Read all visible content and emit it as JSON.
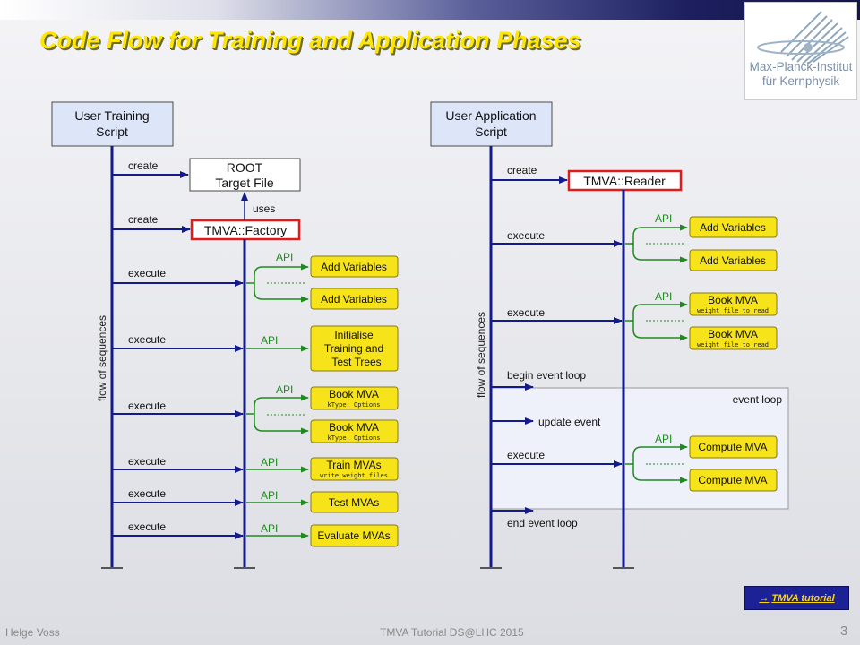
{
  "slide": {
    "title": "Code Flow for Training and Application Phases",
    "footer_left": "Helge Voss",
    "footer_center": "TMVA Tutorial   DS@LHC 2015",
    "page_number": "3"
  },
  "logo": {
    "line1": "Max-Planck-Institut",
    "line2": "für Kernphysik"
  },
  "link": {
    "arrow": "→",
    "label": "TMVA tutorial"
  },
  "colors": {
    "flow": "#131a8c",
    "api": "#1f8a1f",
    "highlight": "#e01b1b",
    "box_fill": "#f7e31a",
    "box_stroke": "#8a7a10",
    "script_fill": "#dce6f8"
  },
  "training": {
    "script_title_1": "User Training",
    "script_title_2": "Script",
    "target_1": "ROOT",
    "target_2": "Target File",
    "factory": "TMVA::Factory",
    "flow_label": "flow of sequences",
    "uses": "uses",
    "create_1": "create",
    "create_2": "create",
    "exec_1": "execute",
    "exec_2": "execute",
    "exec_3": "execute",
    "exec_4": "execute",
    "exec_5": "execute",
    "exec_6": "execute",
    "api_1": "API",
    "api_2": "API",
    "api_3": "API",
    "api_4": "API",
    "api_5": "API",
    "api_6": "API",
    "addvar_1": "Add Variables",
    "addvar_2": "Add Variables",
    "init_1": "Initialise",
    "init_2": "Training and",
    "init_3": "Test Trees",
    "book_1": "Book MVA",
    "book_1_sub": "kType, Options",
    "book_2": "Book MVA",
    "book_2_sub": "kType, Options",
    "train": "Train MVAs",
    "train_sub": "write weight files",
    "test": "Test MVAs",
    "eval": "Evaluate MVAs"
  },
  "application": {
    "script_title_1": "User Application",
    "script_title_2": "Script",
    "reader": "TMVA::Reader",
    "flow_label": "flow of sequences",
    "create": "create",
    "exec_1": "execute",
    "exec_2": "execute",
    "exec_3": "execute",
    "api_1": "API",
    "api_2": "API",
    "api_3": "API",
    "addvar_1": "Add Variables",
    "addvar_2": "Add Variables",
    "book_1": "Book MVA",
    "book_1_sub": "weight file to read",
    "book_2": "Book MVA",
    "book_2_sub": "weight file to read",
    "begin_loop": "begin event loop",
    "event_loop": "event loop",
    "update": "update event",
    "compute_1": "Compute MVA",
    "compute_2": "Compute MVA",
    "end_loop": "end event loop"
  }
}
